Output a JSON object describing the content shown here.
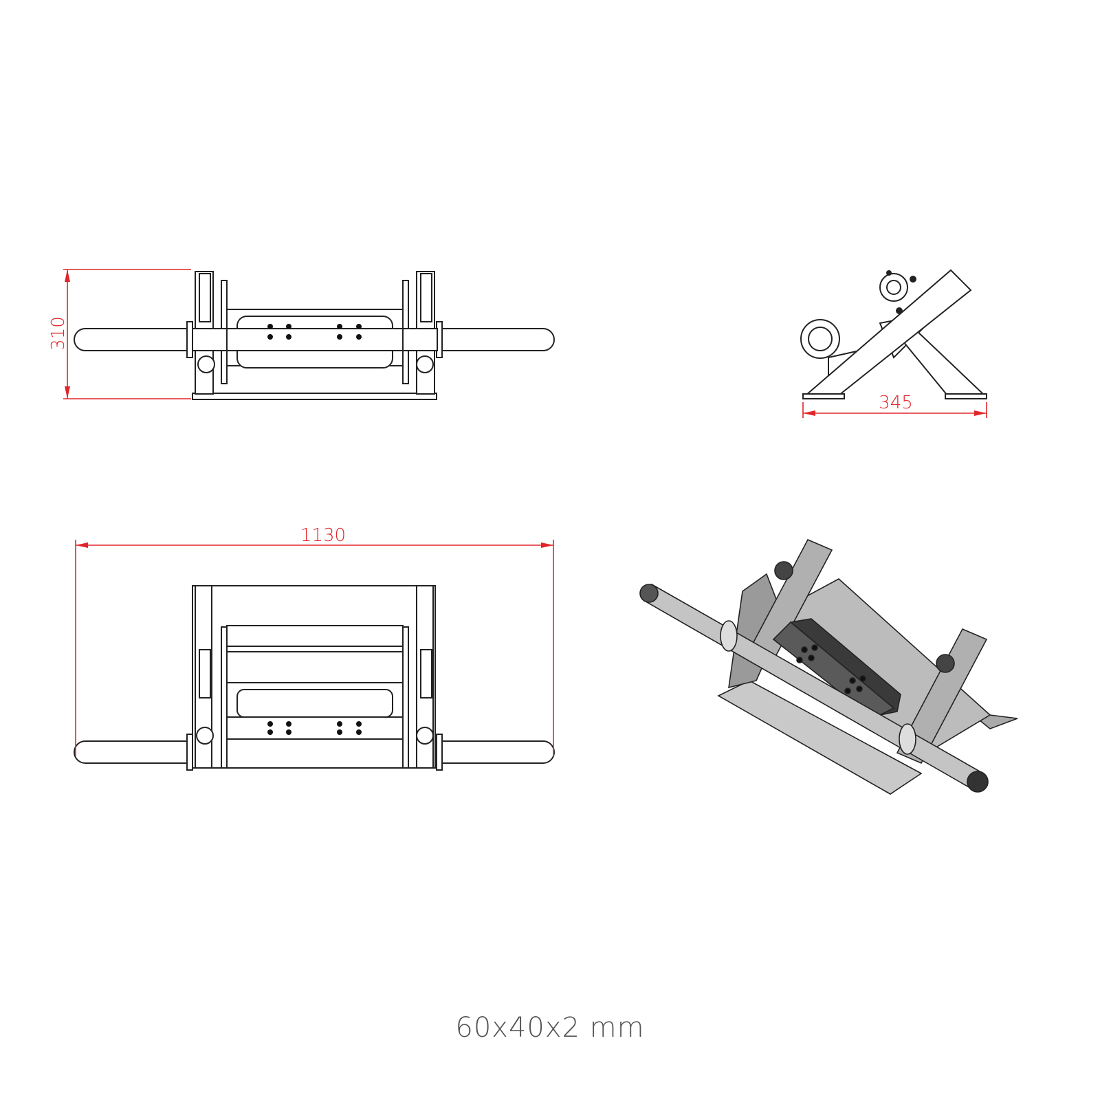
{
  "dimensions": {
    "height": "310",
    "depth": "345",
    "width": "1130"
  },
  "caption": "60x40x2 mm",
  "colors": {
    "dimension": "#e0262b",
    "outline": "#222222",
    "caption": "#555555",
    "iso_fill": "#b8b8b8",
    "iso_dark": "#3a3a3a"
  }
}
